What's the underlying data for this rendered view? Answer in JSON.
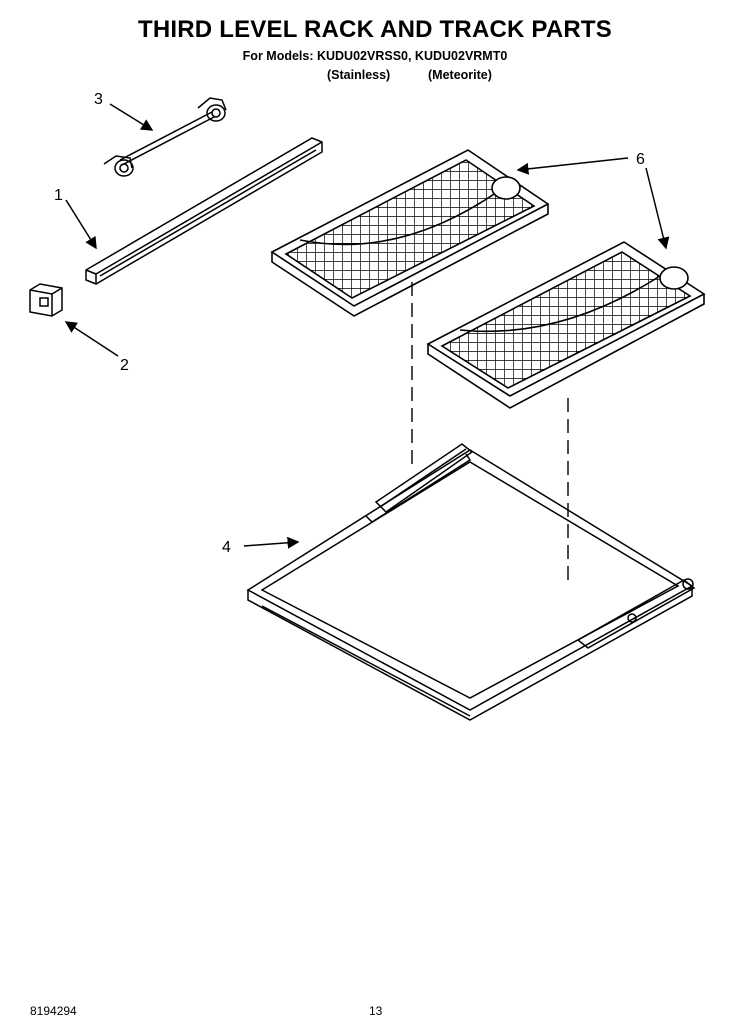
{
  "title": "THIRD LEVEL RACK AND TRACK PARTS",
  "models_line": "For Models: KUDU02VRSS0, KUDU02VRMT0",
  "variants": [
    "(Stainless)",
    "(Meteorite)"
  ],
  "callouts": {
    "part1": "1",
    "part2": "2",
    "part3": "3",
    "part4": "4",
    "part6": "6"
  },
  "footer": {
    "doc_number": "8194294",
    "page_number": "13"
  }
}
